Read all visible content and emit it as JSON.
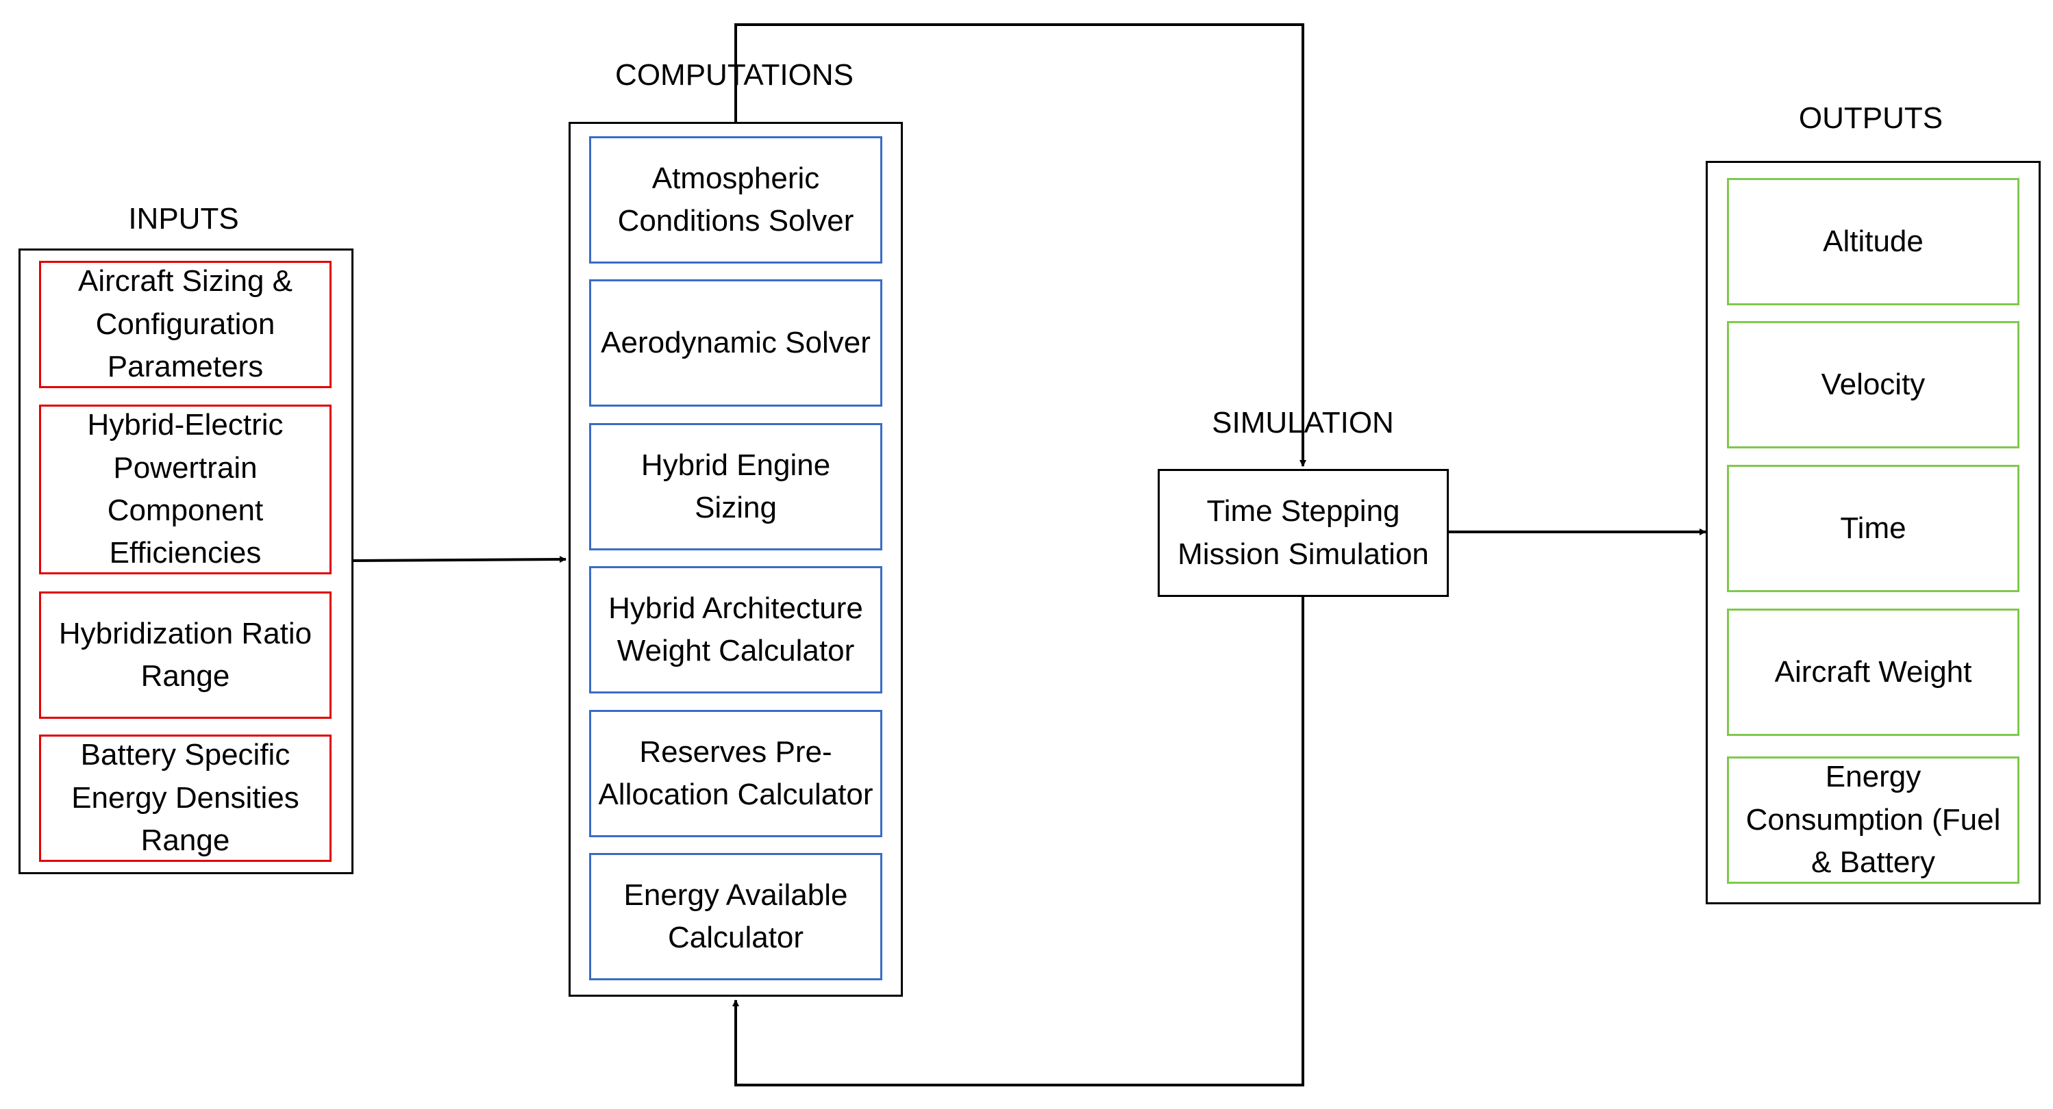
{
  "headings": {
    "inputs": "INPUTS",
    "computations": "COMPUTATIONS",
    "simulation": "SIMULATION",
    "outputs": "OUTPUTS"
  },
  "inputs": [
    "Aircraft Sizing & Configuration Parameters",
    "Hybrid-Electric Powertrain Component Efficiencies",
    "Hybridization Ratio Range",
    "Battery Specific Energy Densities Range"
  ],
  "computations": [
    "Atmospheric Conditions Solver",
    "Aerodynamic Solver",
    "Hybrid Engine Sizing",
    "Hybrid Architecture Weight Calculator",
    "Reserves Pre-Allocation Calculator",
    "Energy Available Calculator"
  ],
  "simulation": "Time Stepping Mission Simulation",
  "outputs": [
    "Altitude",
    "Velocity",
    "Time",
    "Aircraft Weight",
    "Energy Consumption (Fuel & Battery"
  ],
  "colors": {
    "input_border": "#e00000",
    "computation_border": "#3a6cc6",
    "output_border": "#7fc94c",
    "lines": "#000000"
  }
}
